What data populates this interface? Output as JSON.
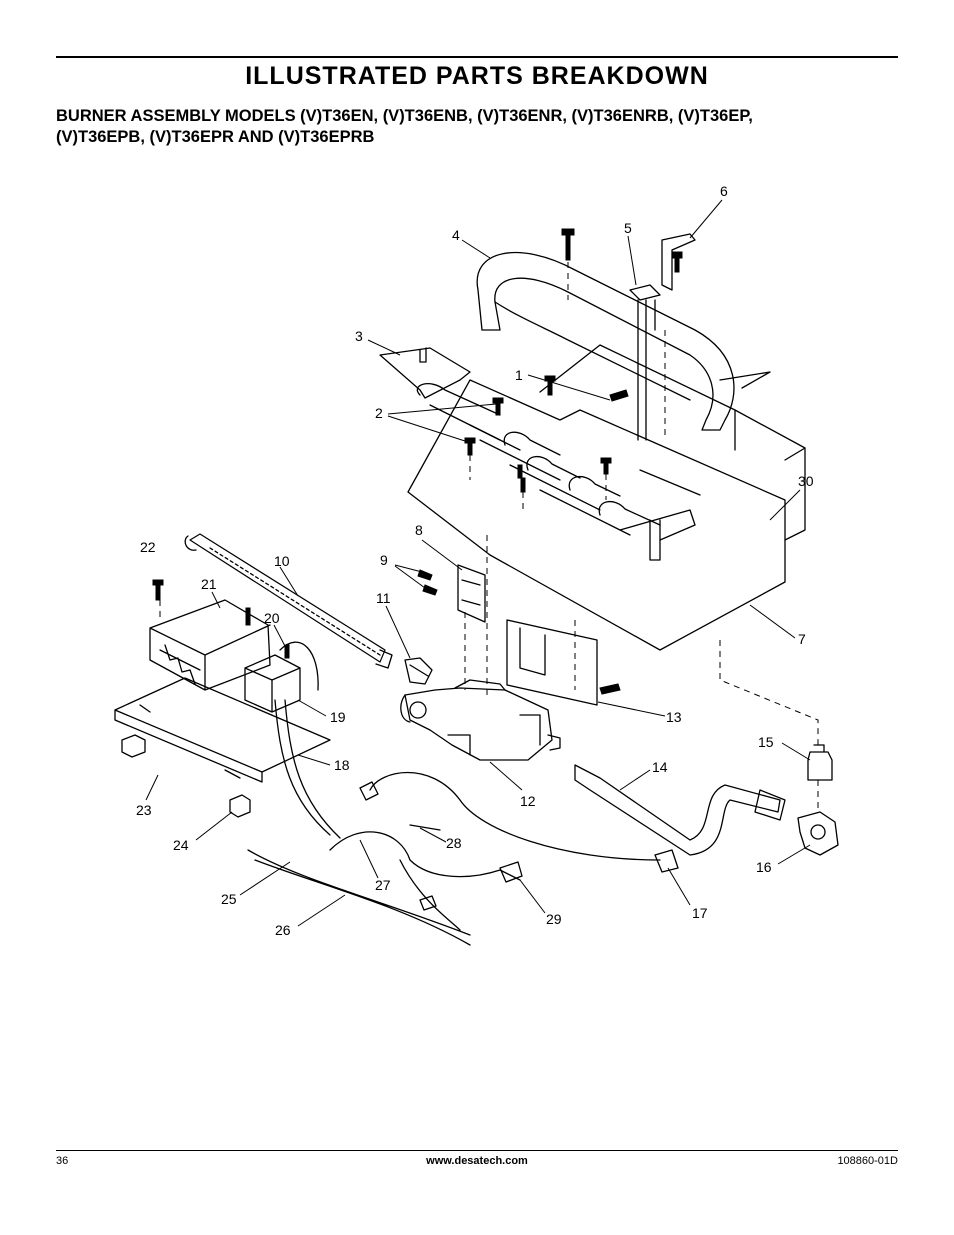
{
  "header": {
    "title": "ILLUSTRATED PARTS BREAKDOWN",
    "subtitle_line1": "BURNER ASSEMBLY MODELS (V)T36EN, (V)T36ENB, (V)T36ENR, (V)T36ENRB, (V)T36EP,",
    "subtitle_line2": "(V)T36EPB, (V)T36EPR AND (V)T36EPRB"
  },
  "diagram": {
    "callouts": {
      "c1": "1",
      "c2": "2",
      "c3": "3",
      "c4": "4",
      "c5": "5",
      "c6": "6",
      "c7": "7",
      "c8": "8",
      "c9": "9",
      "c10": "10",
      "c11": "11",
      "c12": "12",
      "c13": "13",
      "c14": "14",
      "c15": "15",
      "c16": "16",
      "c17": "17",
      "c18": "18",
      "c19": "19",
      "c20": "20",
      "c21": "21",
      "c22": "22",
      "c23": "23",
      "c24": "24",
      "c25": "25",
      "c26": "26",
      "c27": "27",
      "c28": "28",
      "c29": "29",
      "c30": "30"
    }
  },
  "footer": {
    "page_number": "36",
    "website": "www.desatech.com",
    "doc_number": "108860-01D"
  }
}
